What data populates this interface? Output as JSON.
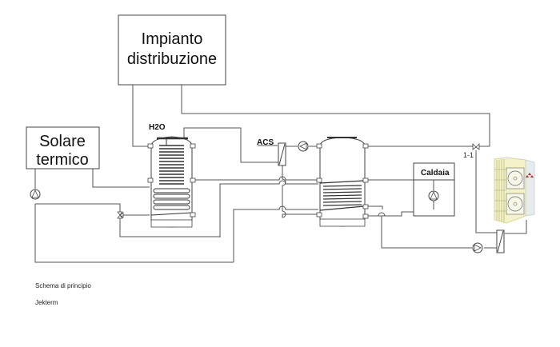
{
  "diagram": {
    "title": "Schema di principio",
    "author": "Jekterm",
    "components": {
      "distribution": {
        "line1": "Impianto",
        "line2": "distribuzione"
      },
      "solar": {
        "line1": "Solare",
        "line2": "termico"
      },
      "tank1_label": "H2O",
      "acs_label": "ACS",
      "boiler_label": "Caldaia",
      "valve_label": "1-1"
    },
    "colors": {
      "pipe": "#555555",
      "heatpump_body": "#f4f2c8",
      "heatpump_side": "#e6ecee",
      "brand_mark": "#cc2222"
    }
  }
}
